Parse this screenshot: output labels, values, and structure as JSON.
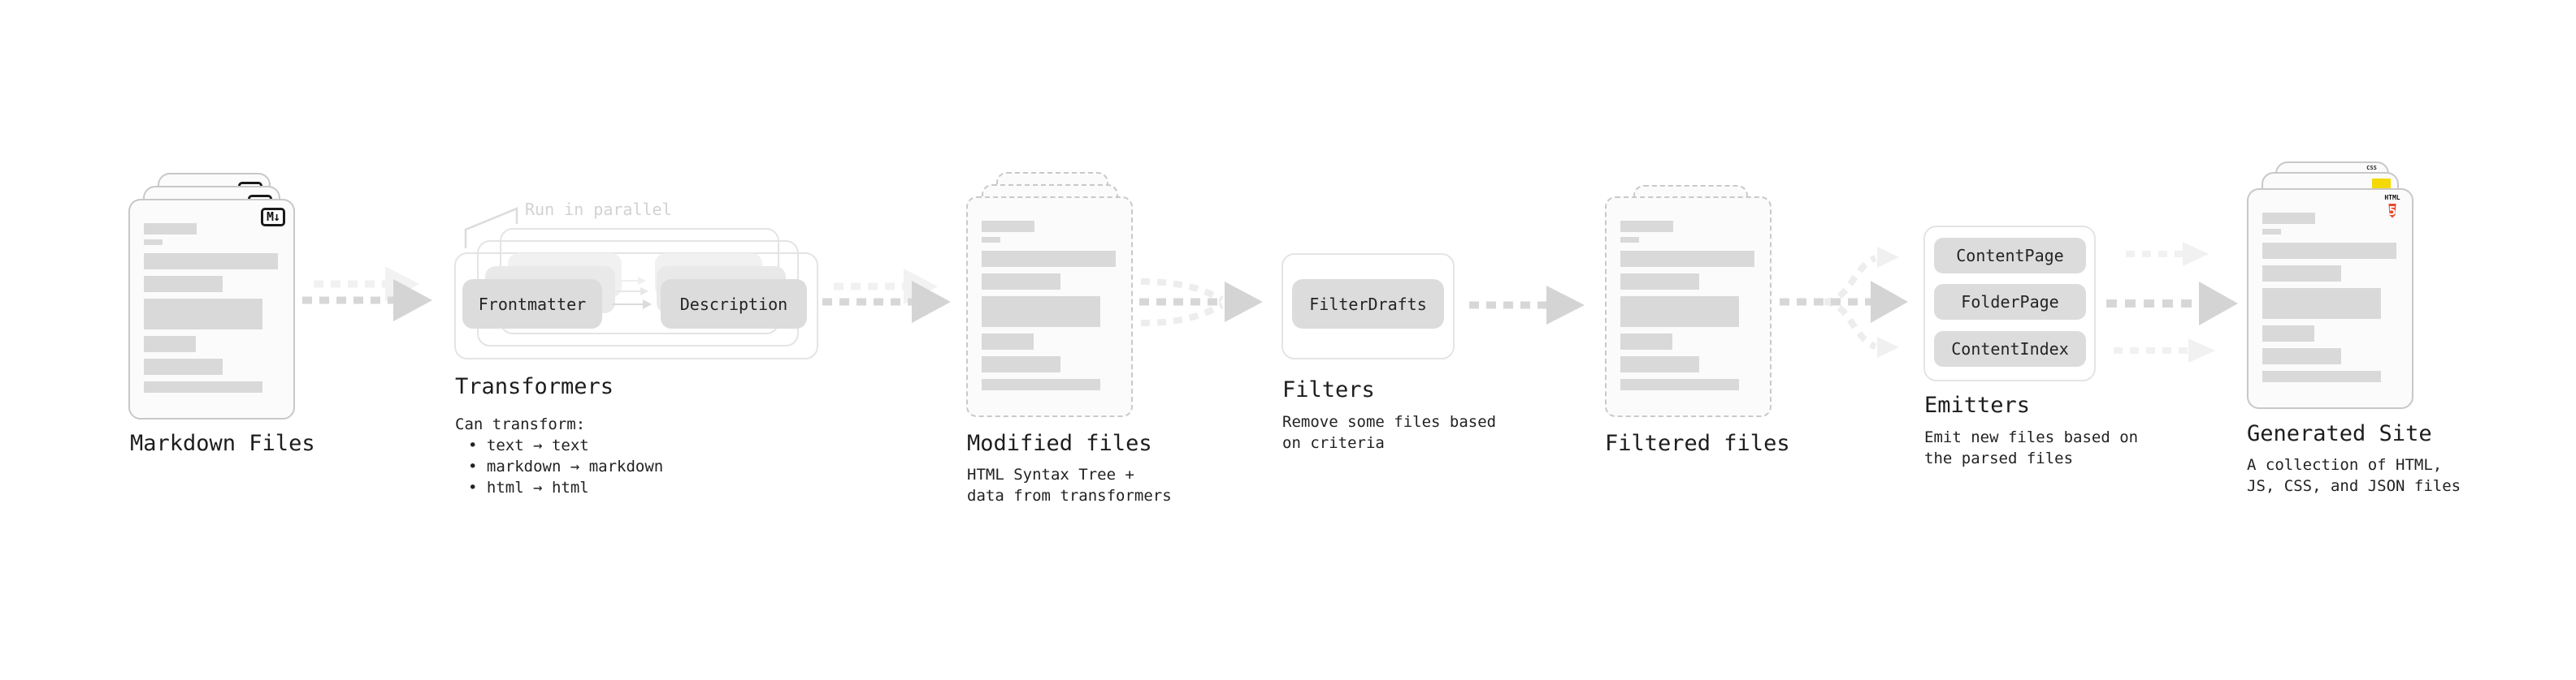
{
  "stages": {
    "markdown": {
      "label": "Markdown Files"
    },
    "transformers": {
      "label": "Transformers",
      "note": "Run in parallel",
      "nodes": [
        "Frontmatter",
        "Description"
      ],
      "desc": [
        "Can transform:",
        "• text → text",
        "• markdown → markdown",
        "• html → html"
      ]
    },
    "modified": {
      "label": "Modified files",
      "desc": [
        "HTML Syntax Tree +",
        "data from transformers"
      ]
    },
    "filters": {
      "label": "Filters",
      "nodes": [
        "FilterDrafts"
      ],
      "desc": [
        "Remove some files based",
        "on criteria"
      ]
    },
    "filtered": {
      "label": "Filtered files"
    },
    "emitters": {
      "label": "Emitters",
      "nodes": [
        "ContentPage",
        "FolderPage",
        "ContentIndex"
      ],
      "desc": [
        "Emit new files based on",
        "the parsed files"
      ]
    },
    "site": {
      "label": "Generated Site",
      "desc": [
        "A collection of HTML,",
        "JS, CSS, and JSON files"
      ]
    }
  },
  "icons": {
    "markdown_badge": "M↓",
    "html5_badge_text": "HTML",
    "html5_badge_number": "5",
    "css_badge_text": "CSS"
  },
  "colors": {
    "background": "#ffffff",
    "doc_fill": "#fbfbfb",
    "doc_border": "#c8c8c8",
    "placeholder_bar": "#d9d9d9",
    "node_fill": "#dcdcdc",
    "outline_box_border": "#e4e4e4",
    "arrow_main": "#d6d6d6",
    "arrow_ghost": "#f1f1f1",
    "text_primary": "#222222",
    "text_faded": "#d2d2d2",
    "html5_orange": "#e8492c",
    "js_yellow": "#f5d907",
    "css_blue": "#2b62f6"
  }
}
